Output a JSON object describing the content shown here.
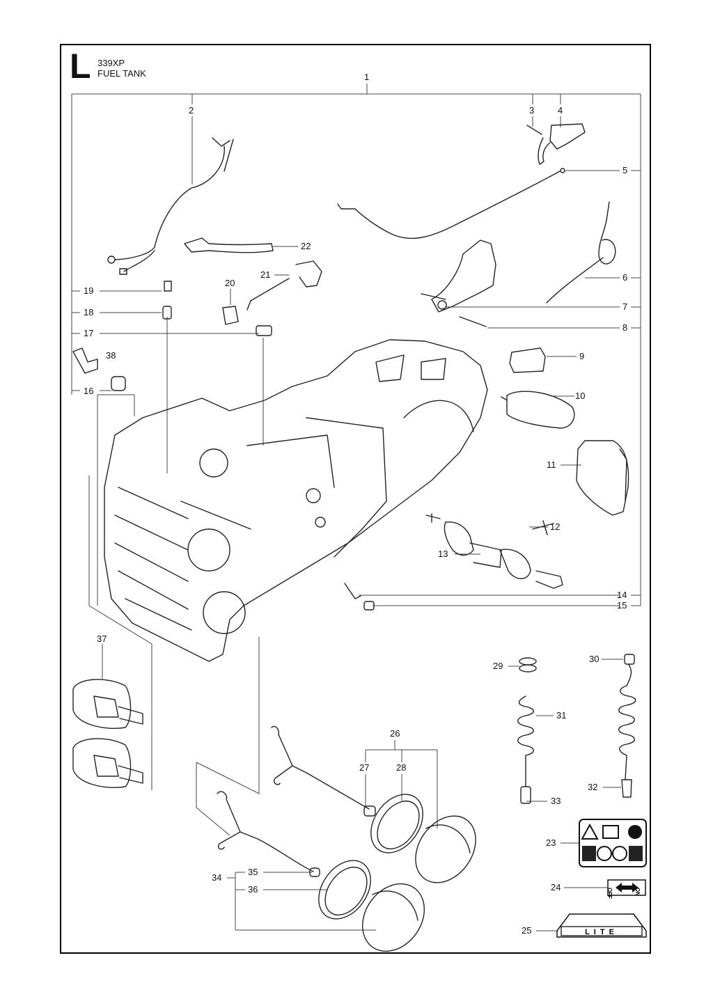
{
  "header": {
    "section_letter": "L",
    "model": "339XP",
    "title": "FUEL TANK"
  },
  "callouts": [
    "1",
    "2",
    "3",
    "4",
    "5",
    "6",
    "7",
    "8",
    "9",
    "10",
    "11",
    "12",
    "13",
    "14",
    "15",
    "16",
    "17",
    "18",
    "19",
    "20",
    "21",
    "22",
    "23",
    "24",
    "25",
    "26",
    "27",
    "28",
    "29",
    "30",
    "31",
    "32",
    "33",
    "34",
    "35",
    "36",
    "37",
    "38"
  ],
  "decals": {
    "switch_off": "OFF",
    "switch_on": "ON",
    "lite_badge": "LITE"
  }
}
